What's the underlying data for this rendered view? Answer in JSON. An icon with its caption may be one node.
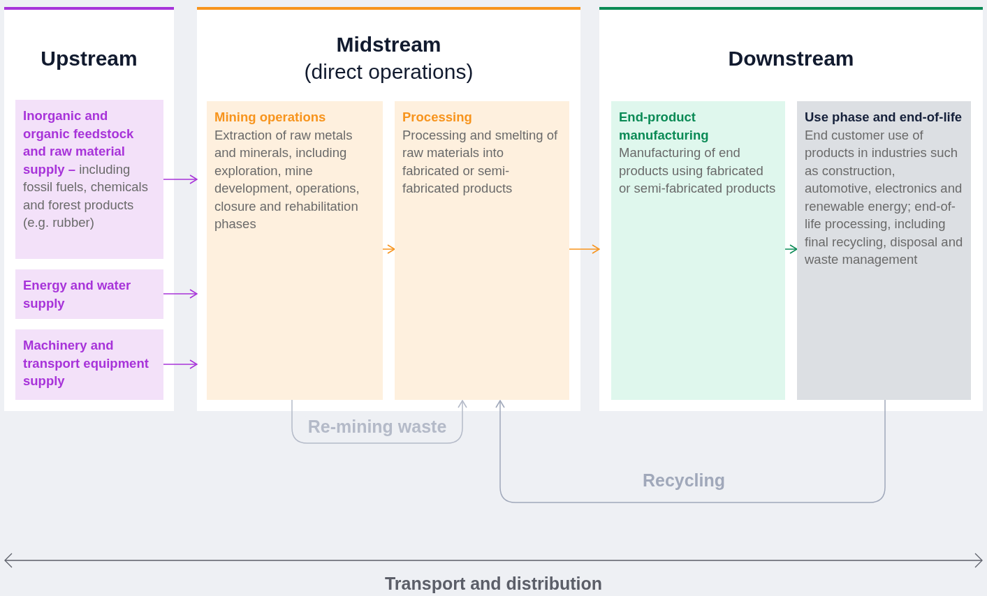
{
  "diagram": {
    "nodes": [
      {
        "text": [
          "Upstream"
        ]
      },
      {
        "text": [
          "**Inorganic and organic feedstock and raw material supply –** including fossil fuels, chemicals and forest products (e.g. rubber)"
        ],
        "in": 0
      },
      {
        "text": [
          "Energy and water supply"
        ],
        "in": 0
      },
      {
        "text": [
          "Machinery and transport equipment supply"
        ],
        "in": 0
      },
      {
        "text": [
          "Midstream",
          "(direct operations)"
        ]
      },
      {
        "text": [
          "Mining operations",
          "Extraction of raw metals and minerals, including exploration, mine development, operations, closure and rehabilitation phases"
        ],
        "in": 4
      },
      {
        "text": [
          "Processing",
          "Processing and smelting of raw materials into fabricated or semi-fabricated products"
        ],
        "in": 4
      },
      {
        "text": [
          "Downstream"
        ]
      },
      {
        "text": [
          "End-product manufacturing",
          "Manufacturing of end products using fabricated or semi-fabricated products"
        ],
        "in": 7
      },
      {
        "text": [
          "Use phase and end-of-life",
          "End customer use of products in industries such as construction, automotive, electronics and renewable energy; end-of-life processing, including final recycling, disposal and waste management"
        ],
        "in": 7
      }
    ],
    "edges": [
      {
        "from": 1,
        "to": 4,
        "arrow": "to",
        "color": "#a733d9"
      },
      {
        "from": 2,
        "to": 4,
        "arrow": "to",
        "color": "#a733d9"
      },
      {
        "from": 3,
        "to": 4,
        "arrow": "to",
        "color": "#a733d9"
      },
      {
        "from": 5,
        "to": 6,
        "arrow": "to",
        "color": "#f7941d"
      },
      {
        "from": 6,
        "to": 7,
        "arrow": "to",
        "color": "#f7941d"
      },
      {
        "from": 8,
        "to": 9,
        "arrow": "to",
        "color": "#0a8a55"
      },
      {
        "from": 5,
        "to": 6,
        "arrow": "to",
        "label": "Re-mining waste",
        "color": "#b4bac8"
      },
      {
        "from": 9,
        "to": 6,
        "arrow": "to",
        "label": "Recycling",
        "color": "#a0a8ba"
      }
    ],
    "labels": [
      "Transport and distribution"
    ]
  }
}
